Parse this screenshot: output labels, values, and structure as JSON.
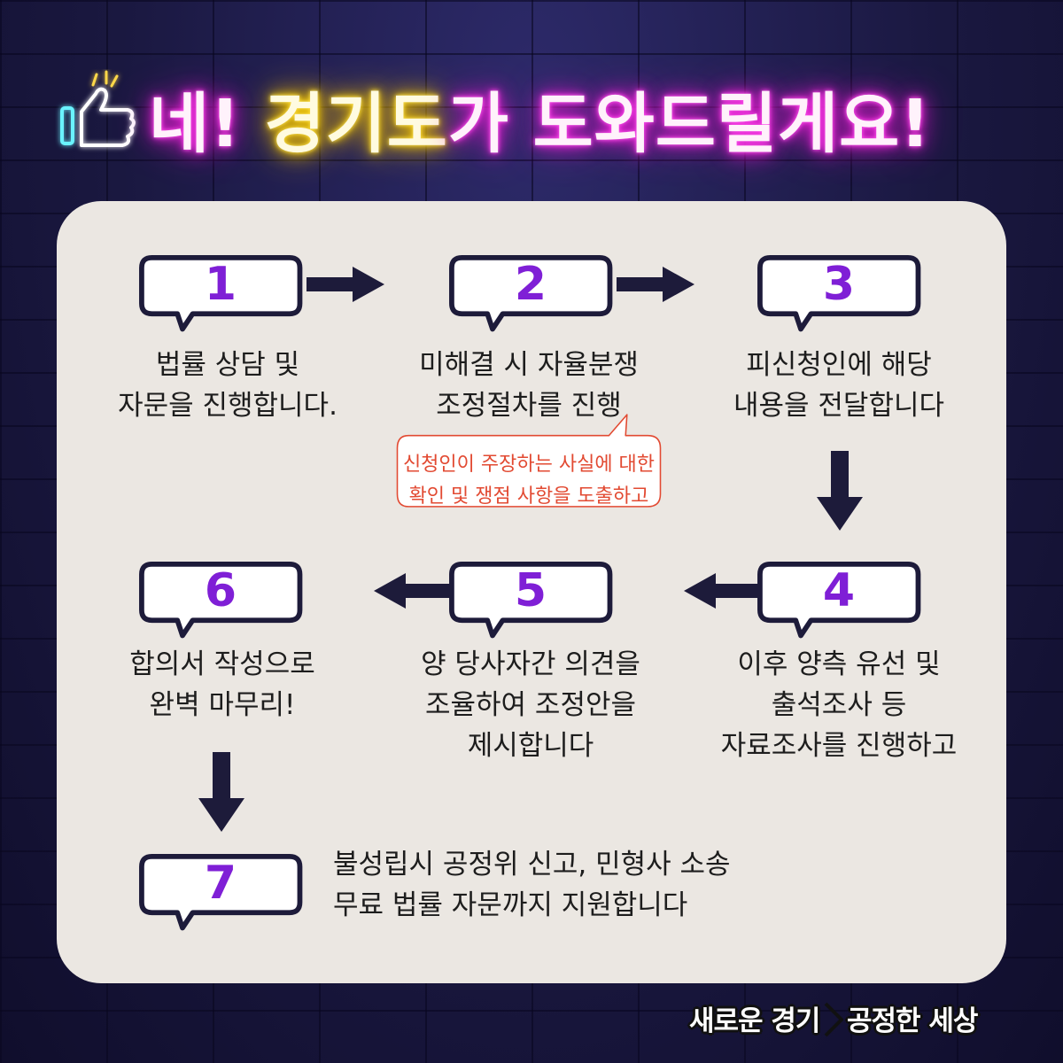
{
  "header": {
    "title_part1": "네! ",
    "title_highlight": "경기도",
    "title_part2": "가 도와드릴게요!"
  },
  "steps": [
    {
      "number": "1",
      "lines": [
        "법률 상담 및",
        "자문을 진행합니다."
      ]
    },
    {
      "number": "2",
      "lines": [
        "미해결 시 자율분쟁",
        "조정절차를 진행"
      ]
    },
    {
      "number": "3",
      "lines": [
        "피신청인에 해당",
        "내용을 전달합니다"
      ]
    },
    {
      "number": "4",
      "lines": [
        "이후 양측 유선 및",
        "출석조사 등",
        "자료조사를 진행하고"
      ]
    },
    {
      "number": "5",
      "lines": [
        "양 당사자간 의견을",
        "조율하여 조정안을",
        "제시합니다"
      ]
    },
    {
      "number": "6",
      "lines": [
        "합의서 작성으로",
        "완벽 마무리!"
      ]
    },
    {
      "number": "7",
      "lines": [
        "불성립시 공정위 신고, 민형사 소송",
        "무료 법률 자문까지 지원합니다"
      ]
    }
  ],
  "note": {
    "lines": [
      "신청인이 주장하는 사실에 대한",
      "확인 및 쟁점 사항을 도출하고"
    ]
  },
  "footer": {
    "left": "새로운 경기",
    "right": "공정한 세상"
  },
  "colors": {
    "number": "#7f1fd6",
    "neon_pink": "#ff2be4",
    "neon_yellow": "#ffd400",
    "note_red": "#e24a32",
    "bubble_dark": "#1d1b3a"
  }
}
